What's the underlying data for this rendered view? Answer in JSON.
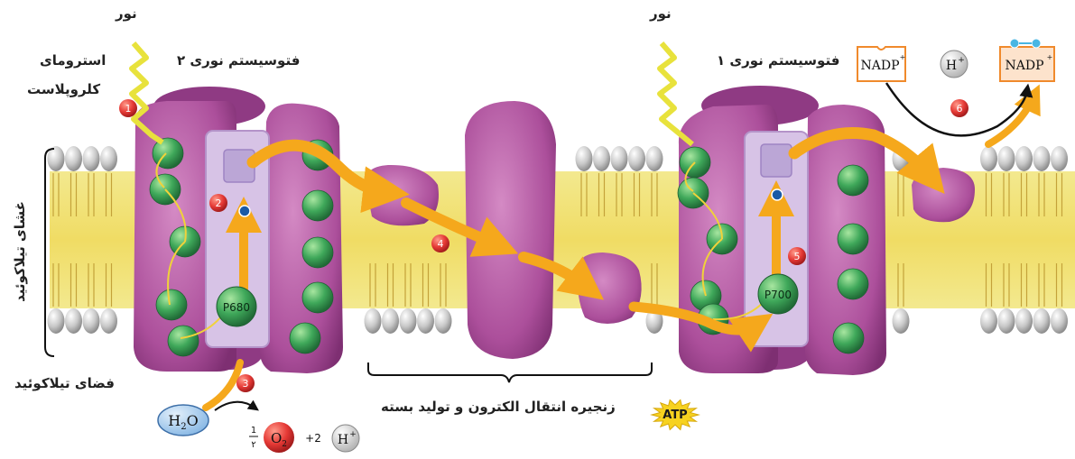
{
  "labels": {
    "light_left": "نور",
    "light_right": "نور",
    "stroma": "استرومای",
    "chloroplast": "کلروپلاست",
    "photosystem2": "فتوسیستم نوری ۲",
    "photosystem1": "فتوسیستم نوری ۱",
    "thylakoid_membrane": "غشای تیلاکوئید",
    "thylakoid_space": "فضای تیلاکوئید",
    "etc": "زنجیره انتقال الکترون و تولید بسته"
  },
  "molecules": {
    "p680": "P680",
    "p700": "P700",
    "h2o_h": "H",
    "h2o_sub": "2",
    "h2o_o": "O",
    "half_num": "1",
    "half_den": "۲",
    "o2_o": "O",
    "o2_sub": "2",
    "plus2": "+2",
    "h": "H",
    "plus": "+",
    "nadp": "NADP",
    "atp": "ATP"
  },
  "steps": [
    "1",
    "2",
    "3",
    "4",
    "5",
    "6"
  ],
  "colors": {
    "membrane_yellow": "#f2e27a",
    "lipid_gray": "#c9c9c9",
    "protein_purple": "#b0529d",
    "protein_light": "#d7c3e6",
    "chlorophyll_green": "#3fa85a",
    "electron_arrow": "#f5a81c",
    "light_yellow": "#e8e23c",
    "step_red": "#e02b2b",
    "h2o_blue": "#9cc4ea",
    "o2_red": "#e53935",
    "nadp_orange": "#f08a2c"
  }
}
